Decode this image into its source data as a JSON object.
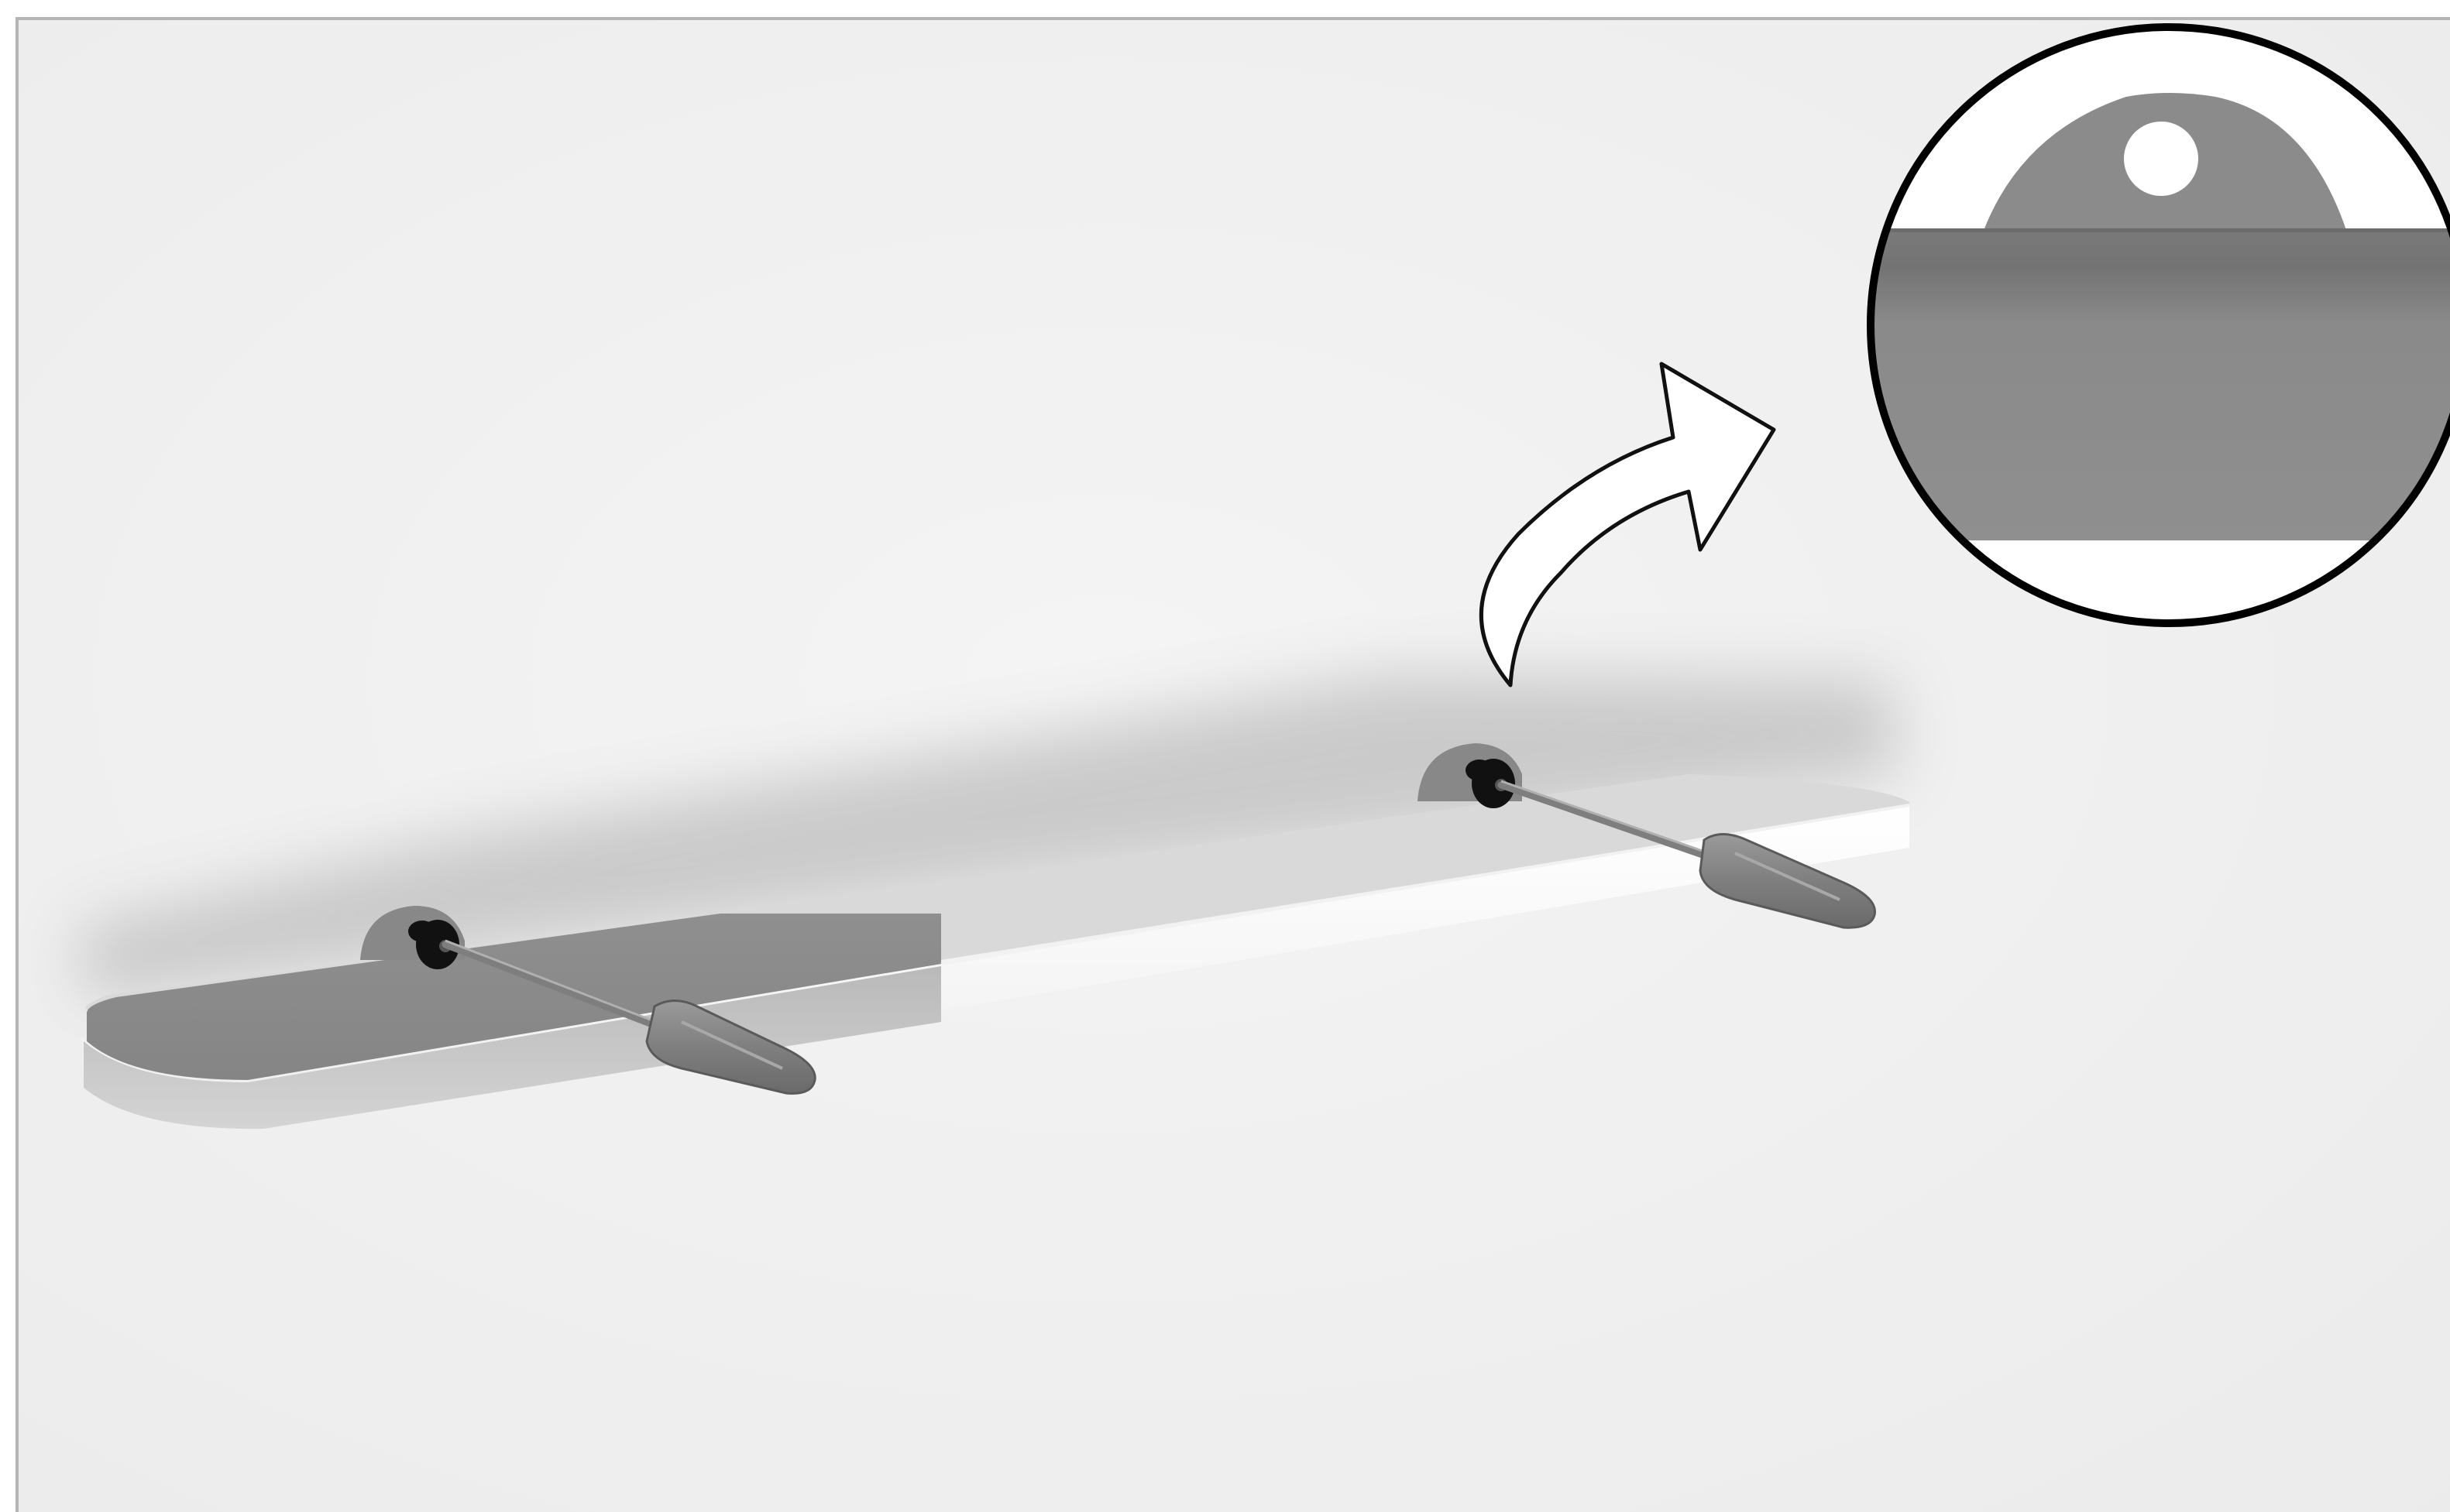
{
  "illustration": {
    "subject": "wall-shelf-installation-step",
    "colors": {
      "wall": "#efefef",
      "shelf_top": "#d6d6d6",
      "shelf_front": "#fafafa",
      "shelf_highlight": "#8a8a8a",
      "bracket": "#8c8c8c",
      "screw": "#111111",
      "screwdriver": "#8b8b8b",
      "outline": "#000000",
      "arrow_fill": "#ffffff"
    },
    "icons": [
      "shelf",
      "screwdriver",
      "screwdriver",
      "curved-arrow",
      "zoom-detail-circle",
      "keyhole-bracket"
    ]
  }
}
